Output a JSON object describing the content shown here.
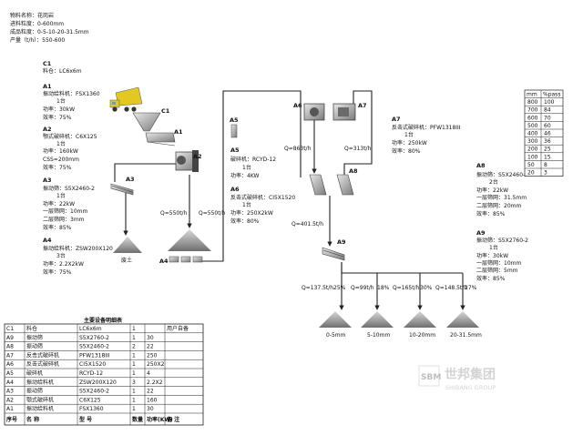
{
  "params": {
    "lines": [
      "物料名称：花岗岩",
      "进料粒度：0-600mm",
      "成品粒度：0-5-10-20-31.5mm",
      "产量（t/h）：550-600"
    ]
  },
  "equipment": {
    "C1": {
      "code": "C1",
      "lines": [
        "料仓：LC6x6m"
      ]
    },
    "A1": {
      "code": "A1",
      "lines": [
        "振动给料机：FSX1360",
        "1台",
        "功率：30kW",
        "效率：75%"
      ]
    },
    "A2": {
      "code": "A2",
      "lines": [
        "颚式破碎机：C6X125",
        "1台",
        "功率：160kW",
        "CSS=200mm",
        "效率：75%"
      ]
    },
    "A3": {
      "code": "A3",
      "lines": [
        "振动筛：S5X2460-2",
        "1台",
        "功率：22kW",
        "一层筛网：10mm",
        "二层筛网：3mm",
        "效率：85%"
      ]
    },
    "A4": {
      "code": "A4",
      "lines": [
        "振动给料机：ZSW200X120",
        "3台",
        "功率：2.2X2kW",
        "效率：75%"
      ]
    },
    "A5": {
      "code": "A5",
      "lines": [
        "破碎机：RCYD-12",
        "1台",
        "功率：4KW"
      ]
    },
    "A6": {
      "code": "A6",
      "lines": [
        "反击式破碎机：CI5X1520",
        "1台",
        "功率：250X2kW",
        "效率：80%"
      ]
    },
    "A7": {
      "code": "A7",
      "lines": [
        "反击式破碎机：PFW1318III",
        "1台",
        "功率：250kW",
        "效率：80%"
      ]
    },
    "A8": {
      "code": "A8",
      "lines": [
        "振动筛：S5X2460-2",
        "2台",
        "功率：22kW",
        "一层筛网：31.5mm",
        "二层筛网：20mm",
        "效率：85%"
      ]
    },
    "A9": {
      "code": "A9",
      "lines": [
        "振动筛：S5X2760-2",
        "1台",
        "功率：30kW",
        "一层筛网：10mm",
        "二层筛网：5mm",
        "效率：85%"
      ]
    }
  },
  "flows": {
    "a1_out": "Q=550t/h",
    "a5_in": "Q=550t/h",
    "a6_out": "Q=863t/h",
    "a7_out": "Q=313t/h",
    "a8_out": "Q=401.5t/h",
    "p1": "Q=137.5t/h",
    "p1pct": "25%",
    "p2": "Q=99t/h",
    "p2pct": "18%",
    "p3": "Q=165t/h",
    "p3pct": "30%",
    "p4": "Q=148.5t/h",
    "p4pct": "27%"
  },
  "piles": {
    "waste": "废土",
    "p1": "0-5mm",
    "p2": "5-10mm",
    "p3": "10-20mm",
    "p4": "20-31.5mm"
  },
  "side_labels": {
    "A4": "A4",
    "A9": "A9"
  },
  "sieve": {
    "headers": [
      "mm",
      "%pass"
    ],
    "rows": [
      [
        "800",
        "100"
      ],
      [
        "700",
        "84"
      ],
      [
        "600",
        "70"
      ],
      [
        "500",
        "60"
      ],
      [
        "400",
        "46"
      ],
      [
        "300",
        "36"
      ],
      [
        "200",
        "25"
      ],
      [
        "100",
        "15"
      ],
      [
        "50",
        "8"
      ],
      [
        "20",
        "3"
      ]
    ]
  },
  "table": {
    "title": "主要设备明细表",
    "headers": [
      "序号",
      "名 称",
      "型 号",
      "数量",
      "功率(KW)",
      "备 注"
    ],
    "rows": [
      [
        "C1",
        "料仓",
        "LC6x6m",
        "1",
        "",
        "用户自备"
      ],
      [
        "A9",
        "振动筛",
        "S5X2760-2",
        "1",
        "30",
        ""
      ],
      [
        "A8",
        "振动筛",
        "S5X2460-2",
        "2",
        "22",
        ""
      ],
      [
        "A7",
        "反击式破碎机",
        "PFW1318III",
        "1",
        "250",
        ""
      ],
      [
        "A6",
        "反击式破碎机",
        "CI5X1520",
        "1",
        "250X2",
        ""
      ],
      [
        "A5",
        "破碎机",
        "RCYD-12",
        "1",
        "4",
        ""
      ],
      [
        "A4",
        "振动给料机",
        "ZSW200X120",
        "3",
        "2.2X2",
        ""
      ],
      [
        "A3",
        "振动筛",
        "S5X2460-2",
        "1",
        "22",
        ""
      ],
      [
        "A2",
        "颚式破碎机",
        "C6X125",
        "1",
        "160",
        ""
      ],
      [
        "A1",
        "振动给料机",
        "FSX1360",
        "1",
        "30",
        ""
      ]
    ]
  },
  "logo": {
    "brand": "世邦集团",
    "sub": "SHIBANG GROUP",
    "mark": "SBM"
  }
}
